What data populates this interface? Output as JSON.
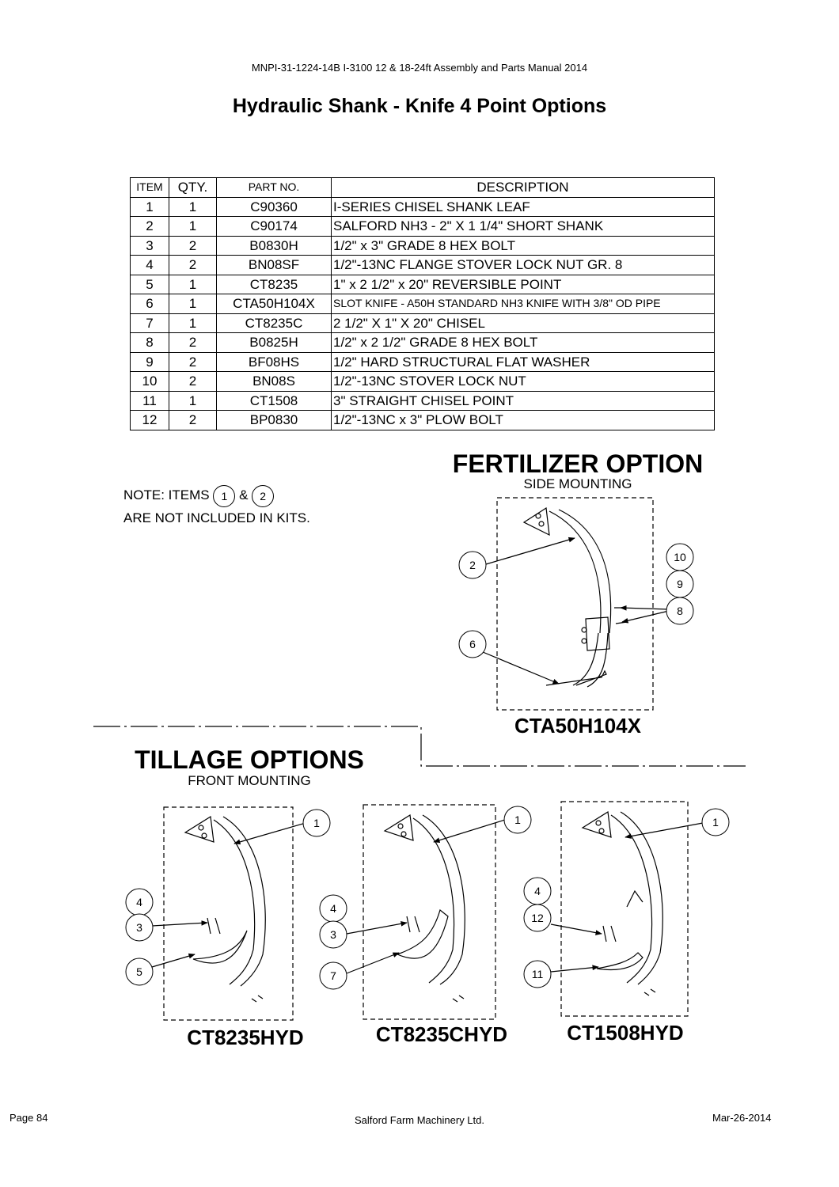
{
  "header": {
    "doc_line": "MNPI-31-1224-14B   I-3100 12 & 18-24ft Assembly and Parts Manual 2014"
  },
  "title": "Hydraulic Shank - Knife 4 Point Options",
  "table": {
    "columns": [
      "ITEM",
      "QTY.",
      "PART NO.",
      "DESCRIPTION"
    ],
    "rows": [
      {
        "item": "1",
        "qty": "1",
        "part": "C90360",
        "desc": "I-SERIES CHISEL SHANK LEAF"
      },
      {
        "item": "2",
        "qty": "1",
        "part": "C90174",
        "desc": "SALFORD NH3 - 2\" X 1 1/4\" SHORT SHANK"
      },
      {
        "item": "3",
        "qty": "2",
        "part": "B0830H",
        "desc": "1/2\" x 3\" GRADE 8 HEX BOLT"
      },
      {
        "item": "4",
        "qty": "2",
        "part": "BN08SF",
        "desc": "1/2\"-13NC FLANGE STOVER LOCK NUT GR. 8"
      },
      {
        "item": "5",
        "qty": "1",
        "part": "CT8235",
        "desc": "1\" x 2 1/2\" x 20\" REVERSIBLE POINT"
      },
      {
        "item": "6",
        "qty": "1",
        "part": "CTA50H104X",
        "desc": "SLOT KNIFE - A50H STANDARD NH3 KNIFE WITH 3/8\" OD PIPE"
      },
      {
        "item": "7",
        "qty": "1",
        "part": "CT8235C",
        "desc": "2 1/2\" X 1\" X 20\" CHISEL"
      },
      {
        "item": "8",
        "qty": "2",
        "part": "B0825H",
        "desc": "1/2\" x 2 1/2\" GRADE 8 HEX BOLT"
      },
      {
        "item": "9",
        "qty": "2",
        "part": "BF08HS",
        "desc": "1/2\" HARD STRUCTURAL FLAT WASHER"
      },
      {
        "item": "10",
        "qty": "2",
        "part": "BN08S",
        "desc": "1/2\"-13NC STOVER LOCK NUT"
      },
      {
        "item": "11",
        "qty": "1",
        "part": "CT1508",
        "desc": "3\" STRAIGHT CHISEL POINT"
      },
      {
        "item": "12",
        "qty": "2",
        "part": "BP0830",
        "desc": "1/2\"-13NC x 3\" PLOW BOLT"
      }
    ]
  },
  "note": {
    "prefix": "NOTE: ITEMS",
    "item_a": "1",
    "amp": "&",
    "item_b": "2",
    "line2": "ARE NOT INCLUDED IN KITS."
  },
  "fertilizer": {
    "title": "FERTILIZER OPTION",
    "subtitle": "SIDE MOUNTING",
    "kit": "CTA50H104X",
    "callouts": [
      "2",
      "6",
      "10",
      "9",
      "8"
    ]
  },
  "tillage": {
    "title": "TILLAGE OPTIONS",
    "subtitle": "FRONT MOUNTING",
    "kits": [
      {
        "label": "CT8235HYD",
        "callouts": [
          "1",
          "4",
          "3",
          "5"
        ]
      },
      {
        "label": "CT8235CHYD",
        "callouts": [
          "1",
          "4",
          "3",
          "7"
        ]
      },
      {
        "label": "CT1508HYD",
        "callouts": [
          "1",
          "4",
          "12",
          "11"
        ]
      }
    ]
  },
  "footer": {
    "page": "Page 84",
    "company": "Salford Farm Machinery Ltd.",
    "date": "Mar-26-2014"
  }
}
